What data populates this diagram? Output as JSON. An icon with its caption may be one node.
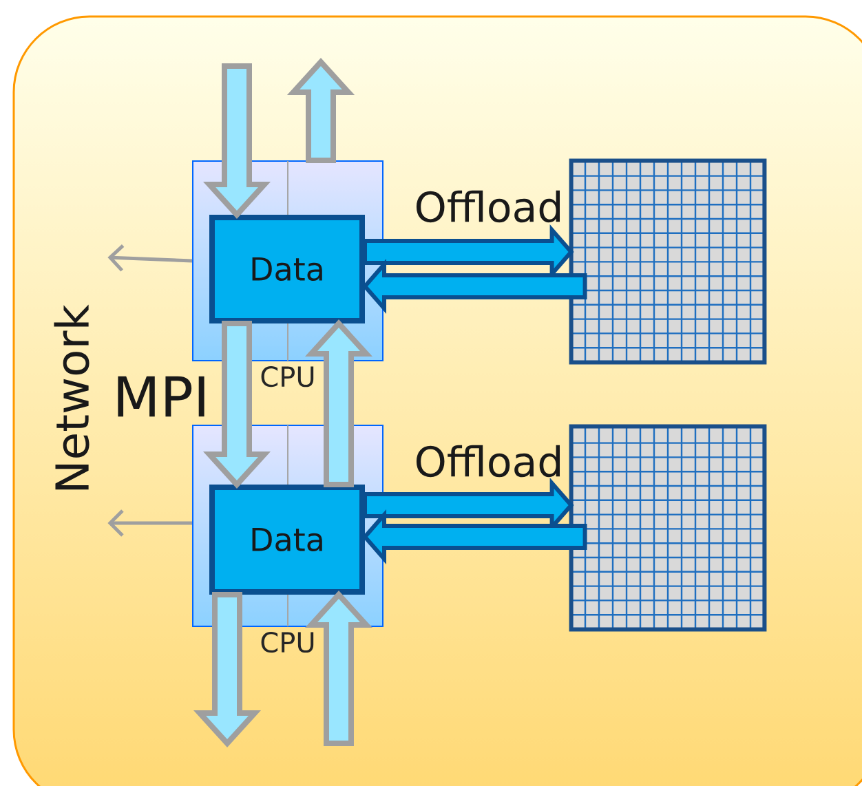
{
  "diagram": {
    "nodes": [
      {
        "text": [
          "CPU"
        ]
      },
      {
        "text": [
          "Data"
        ],
        "in": 0
      },
      {
        "text": [
          "CPU"
        ]
      },
      {
        "text": [
          "Data"
        ],
        "in": 2
      },
      {
        "text": [],
        "shape": "box"
      },
      {
        "text": [],
        "shape": "box"
      },
      {
        "text": [
          "Network"
        ]
      }
    ],
    "edges": [
      {
        "from": null,
        "to": 1,
        "arrow": "to",
        "style": "thick"
      },
      {
        "from": 0,
        "to": null,
        "arrow": "to",
        "style": "thick"
      },
      {
        "from": 1,
        "to": 3,
        "arrow": "to",
        "style": "thick"
      },
      {
        "from": 3,
        "to": 1,
        "arrow": "to",
        "style": "thick"
      },
      {
        "from": 3,
        "to": null,
        "arrow": "to",
        "style": "thick"
      },
      {
        "from": null,
        "to": 3,
        "arrow": "to",
        "style": "thick"
      },
      {
        "from": 0,
        "to": 6,
        "arrow": "to"
      },
      {
        "from": 2,
        "to": 6,
        "arrow": "to"
      },
      {
        "from": 1,
        "to": 4,
        "arrow": "to",
        "label": "Offload",
        "style": "thick",
        "color": "#0a4f90"
      },
      {
        "from": 4,
        "to": 1,
        "arrow": "to",
        "style": "thick",
        "color": "#0a4f90"
      },
      {
        "from": 3,
        "to": 5,
        "arrow": "to",
        "label": "Offload",
        "style": "thick",
        "color": "#0a4f90"
      },
      {
        "from": 5,
        "to": 3,
        "arrow": "to",
        "style": "thick",
        "color": "#0a4f90"
      }
    ],
    "labels": [
      "MPI"
    ]
  }
}
